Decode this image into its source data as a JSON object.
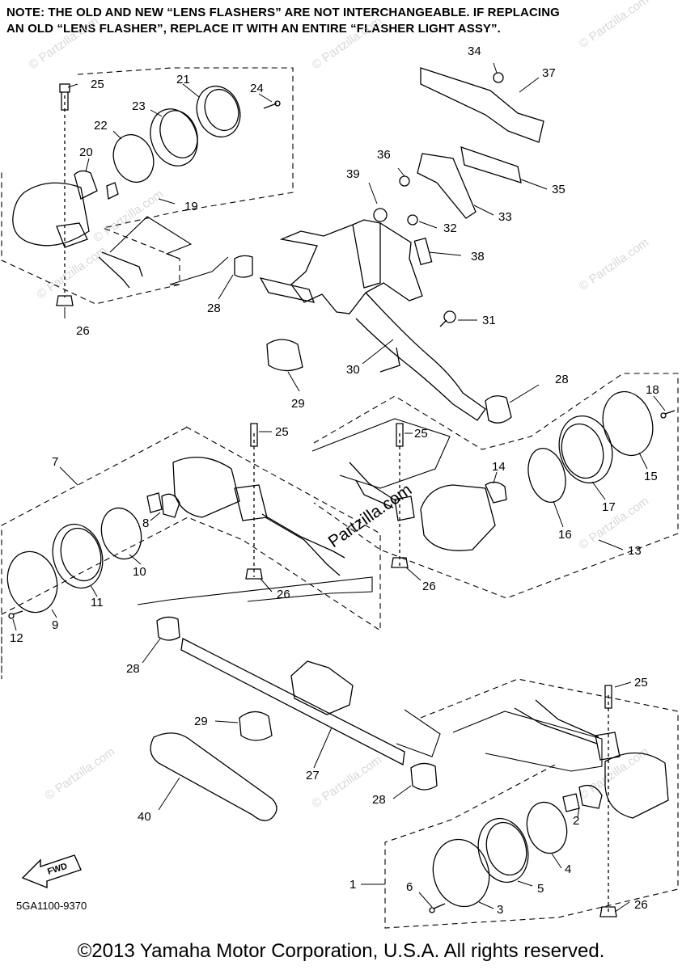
{
  "note": {
    "line1": "NOTE: THE OLD AND NEW “LENS FLASHERS” ARE NOT INTERCHANGEABLE. IF REPLACING",
    "line2": "AN OLD “LENS FLASHER”, REPLACE IT WITH AN ENTIRE “FLASHER LIGHT ASSY”."
  },
  "watermarks": {
    "small": "© Partzilla.com",
    "center": "Partzilla.com"
  },
  "callouts": {
    "c1": "1",
    "c2": "2",
    "c3": "3",
    "c4": "4",
    "c5": "5",
    "c6": "6",
    "c7": "7",
    "c8": "8",
    "c9": "9",
    "c10": "10",
    "c11": "11",
    "c12": "12",
    "c13": "13",
    "c14": "14",
    "c15": "15",
    "c16": "16",
    "c17": "17",
    "c18": "18",
    "c19": "19",
    "c20": "20",
    "c21": "21",
    "c22": "22",
    "c23": "23",
    "c24": "24",
    "c25a": "25",
    "c25b": "25",
    "c25c": "25",
    "c25d": "25",
    "c26a": "26",
    "c26b": "26",
    "c26c": "26",
    "c26d": "26",
    "c27": "27",
    "c28a": "28",
    "c28b": "28",
    "c28c": "28",
    "c29a": "29",
    "c29b": "29",
    "c30": "30",
    "c31": "31",
    "c32": "32",
    "c33": "33",
    "c34": "34",
    "c35": "35",
    "c36": "36",
    "c37": "37",
    "c38": "38",
    "c39": "39",
    "c40": "40"
  },
  "fwd_label": "FWD",
  "diagram_code": "5GA1100-9370",
  "copyright": "©2013 Yamaha Motor Corporation, U.S.A. All rights reserved."
}
